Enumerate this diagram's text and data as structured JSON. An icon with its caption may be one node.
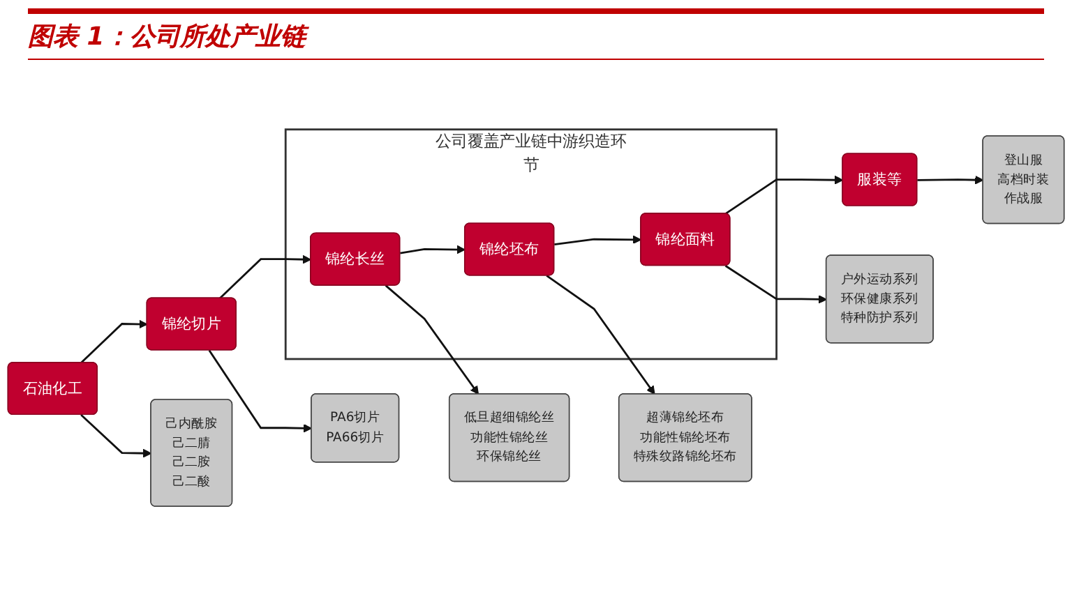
{
  "diagram": {
    "title": "图表 1：公司所处产业链",
    "nodes": [
      {
        "text": [
          "石油化工"
        ]
      },
      {
        "text": [
          "锦纶切片"
        ]
      },
      {
        "text": [
          "公司覆盖产业链中游织造环节"
        ]
      },
      {
        "text": [
          "锦纶长丝"
        ],
        "in": 2
      },
      {
        "text": [
          "锦纶坯布"
        ],
        "in": 2
      },
      {
        "text": [
          "锦纶面料"
        ],
        "in": 2
      },
      {
        "text": [
          "服装等"
        ]
      },
      {
        "text": [
          "己内酰胺",
          "己二腈",
          "己二胺",
          "己二酸"
        ]
      },
      {
        "text": [
          "PA6切片",
          "PA66切片"
        ]
      },
      {
        "text": [
          "低旦超细锦纶丝",
          "功能性锦纶丝",
          "环保锦纶丝"
        ]
      },
      {
        "text": [
          "超薄锦纶坯布",
          "功能性锦纶坯布",
          "特殊纹路锦纶坯布"
        ]
      },
      {
        "text": [
          "户外运动系列",
          "环保健康系列",
          "特种防护系列"
        ]
      },
      {
        "text": [
          "登山服",
          "高档时装",
          "作战服"
        ]
      }
    ],
    "edges": [
      {
        "from": 0,
        "to": 1,
        "arrow": "to"
      },
      {
        "from": 1,
        "to": 3,
        "arrow": "to"
      },
      {
        "from": 3,
        "to": 4,
        "arrow": "to"
      },
      {
        "from": 4,
        "to": 5,
        "arrow": "to"
      },
      {
        "from": 5,
        "to": 6,
        "arrow": "to"
      },
      {
        "from": 0,
        "to": 7,
        "arrow": "to"
      },
      {
        "from": 1,
        "to": 8,
        "arrow": "to"
      },
      {
        "from": 3,
        "to": 9,
        "arrow": "to"
      },
      {
        "from": 4,
        "to": 10,
        "arrow": "to"
      },
      {
        "from": 5,
        "to": 11,
        "arrow": "to"
      },
      {
        "from": 6,
        "to": 12,
        "arrow": "to"
      }
    ]
  }
}
